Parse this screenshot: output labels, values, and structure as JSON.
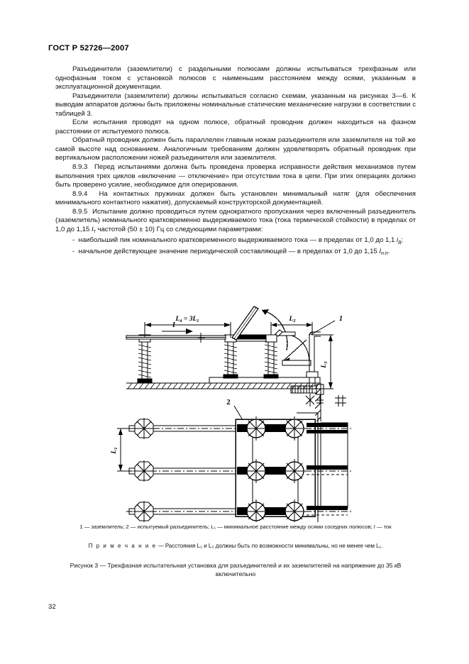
{
  "document": {
    "standard_header": "ГОСТ Р 52726—2007",
    "page_number": "32"
  },
  "body": {
    "paragraphs": [
      {
        "id": "p1",
        "text": "Разъединители (заземлители) с раздельными полюсами должны испытываться трехфазным или однофазным током с установкой полюсов с наименьшим расстоянием между осями, указанным в эксплуатационной документации."
      },
      {
        "id": "p2",
        "text": "Разъединители (заземлители) должны испытываться согласно схемам, указанным на рисунках 3—6. К выводам аппаратов должны быть приложены номинальные статические механические нагрузки в соответствии с таблицей 3."
      },
      {
        "id": "p3",
        "text": "Если испытания проводят на одном полюсе, обратный проводник должен находиться на фазном расстоянии от испытуемого полюса."
      },
      {
        "id": "p4",
        "text": "Обратный проводник должен быть параллелен главным ножам разъединителя или заземлителя на той же самой высоте над основанием. Аналогичным требованиям должен удовлетворять обратный проводник при вертикальном расположении ножей разъединителя или заземлителя."
      },
      {
        "id": "p5",
        "number": "8.9.3",
        "text": "Перед испытаниями должна быть проведена проверка исправности действия механизмов путем выполнения трех циклов «включение — отключение» при отсутствии тока в цепи. При этих операциях должно быть проверено усилие, необходимое для оперирования."
      },
      {
        "id": "p6",
        "number": "8.9.4",
        "text": "На контактных пружинах должен быть установлен минимальный натяг (для обеспечения минимального контактного нажатия), допускаемый конструкторской документацией."
      },
      {
        "id": "p7",
        "number": "8.9.5",
        "text_part1": "Испытание должно проводиться путем однократного пропускания через включенный разъединитель (заземлитель) номинального кратковременно выдерживаемого тока (тока термической стойкости) в пределах от 1,0 до 1,15 ",
        "symbol": "I",
        "symbol_sub": "т",
        "text_part2": " частотой (50 ± 10) Гц со следующими параметрами:"
      }
    ],
    "bullets": [
      {
        "id": "b1",
        "marker": "-",
        "text_part1": "наибольший пик номинального кратковременного выдерживаемого тока — в пределах от 1,0 до 1,1 ",
        "symbol": "i",
        "symbol_sub": "д",
        "text_part2": ";"
      },
      {
        "id": "b2",
        "marker": "-",
        "text_part1": "начальное действующее значение периодической составляющей — в пределах от 1,0 до 1,15 ",
        "symbol": "I",
        "symbol_sub": "н.п",
        "text_part2": "."
      }
    ]
  },
  "figure": {
    "labels": {
      "L4_eq_3L1": "L₄ = 3L₁",
      "L2": "L₂",
      "L3": "L₃",
      "L1": "L₁",
      "current_I": "I",
      "callout_1": "1",
      "callout_2": "2"
    },
    "legend": {
      "item1_key": "1",
      "item1_value": "заземлитель",
      "item2_key": "2",
      "item2_value": "испытуемый разъединитель",
      "item3_key": "L₁",
      "item3_value": "минимальное расстояние между осями соседних полюсов",
      "item4_key": "I",
      "item4_value": "ток",
      "full_text": "1 — заземлитель; 2 — испытуемый разъединитель; L₁ — минимальное расстояние между осями соседних полюсов; I — ток"
    },
    "note": {
      "label": "П р и м е ч а н и е",
      "text": " — Расстояния L₂ и L₃ должны быть по возможности минимальны, но не менее чем L₁."
    },
    "caption": {
      "number": "Рисунок 3",
      "text": " — Трехфазная испытательная установка для разъединителей и их заземлителей на напряжение до 35 кВ включительно"
    }
  },
  "colors": {
    "ink": "#000000",
    "paper": "#ffffff",
    "text": "#111111"
  }
}
